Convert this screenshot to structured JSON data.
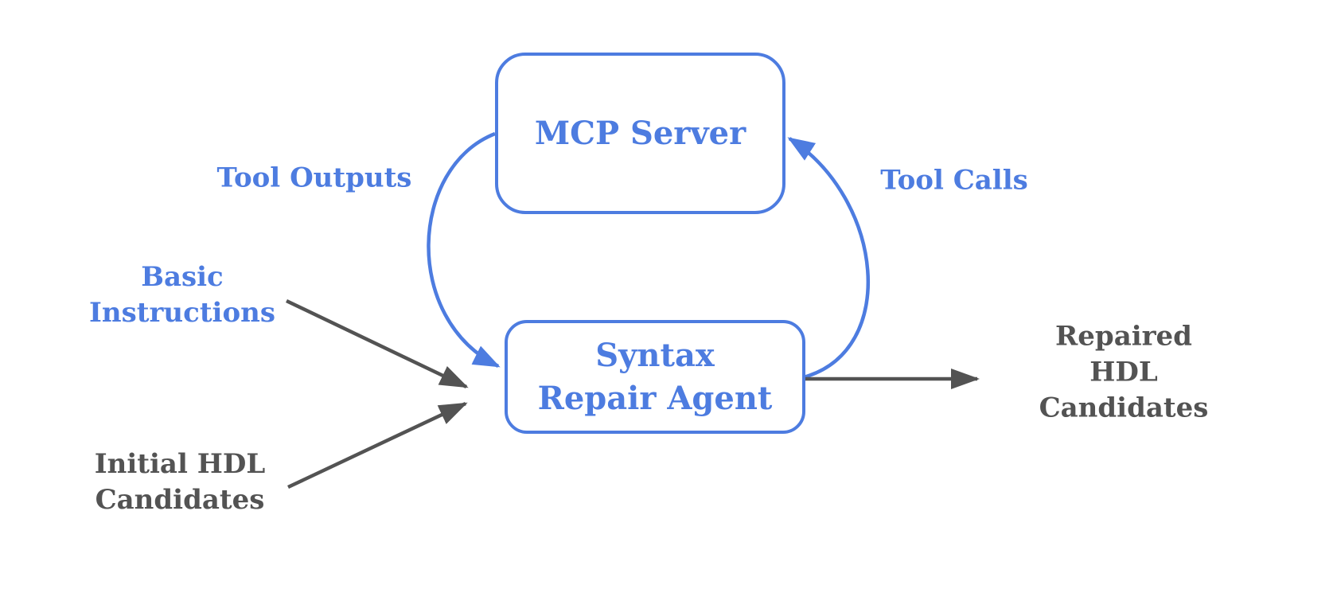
{
  "colors": {
    "blue": "#4d7ce0",
    "gray": "#535353",
    "background": "#ffffff"
  },
  "nodes": {
    "mcp_server": {
      "label": "MCP Server"
    },
    "syntax_repair_agent": {
      "label": "Syntax\nRepair Agent"
    }
  },
  "edge_labels": {
    "tool_outputs": "Tool Outputs",
    "tool_calls": "Tool Calls"
  },
  "io_labels": {
    "basic_instructions": "Basic\nInstructions",
    "initial_hdl_candidates": "Initial HDL\nCandidates",
    "repaired_hdl_candidates": "Repaired HDL\nCandidates"
  },
  "edges": [
    {
      "from": "MCP Server",
      "to": "Syntax Repair Agent",
      "label": "Tool Outputs",
      "style": "blue-curve"
    },
    {
      "from": "Syntax Repair Agent",
      "to": "MCP Server",
      "label": "Tool Calls",
      "style": "blue-curve"
    },
    {
      "from": "Basic Instructions",
      "to": "Syntax Repair Agent",
      "label": "",
      "style": "gray-straight"
    },
    {
      "from": "Initial HDL Candidates",
      "to": "Syntax Repair Agent",
      "label": "",
      "style": "gray-straight"
    },
    {
      "from": "Syntax Repair Agent",
      "to": "Repaired HDL Candidates",
      "label": "",
      "style": "gray-straight"
    }
  ]
}
